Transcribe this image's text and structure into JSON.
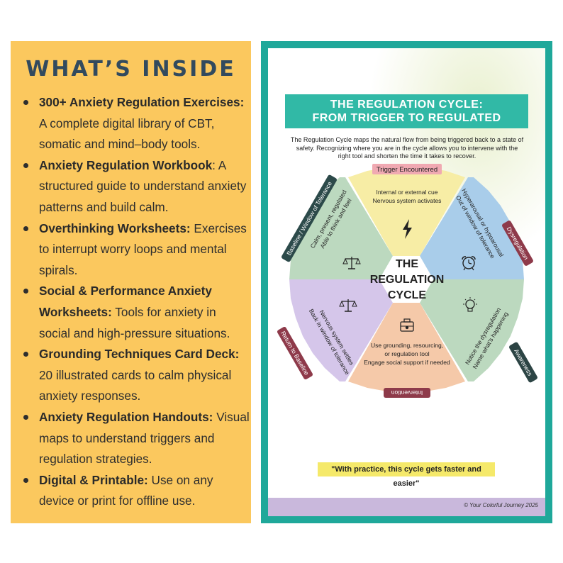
{
  "left": {
    "title": "WHAT’S INSIDE",
    "items": [
      {
        "bold": "300+ Anxiety Regulation Exercises:",
        "text": " A complete digital library of CBT, somatic and mind–body tools."
      },
      {
        "bold": "Anxiety Regulation Workbook",
        "text": ": A structured guide to understand anxiety patterns and build calm."
      },
      {
        "bold": "Overthinking Worksheets:",
        "text": " Exercises to interrupt worry loops and mental spirals."
      },
      {
        "bold": "Social & Performance Anxiety Worksheets:",
        "text": " Tools for anxiety in social and high-pressure situations."
      },
      {
        "bold": "Grounding Techniques Card Deck:",
        "text": " 20 illustrated cards to calm physical anxiety responses."
      },
      {
        "bold": "Anxiety Regulation Handouts:",
        "text": " Visual maps to understand triggers and regulation strategies."
      },
      {
        "bold": "Digital & Printable:",
        "text": " Use on any device or print for offline use."
      }
    ]
  },
  "right": {
    "banner_line1": "THE REGULATION CYCLE:",
    "banner_line2": "FROM TRIGGER TO REGULATED",
    "intro": "The Regulation Cycle maps the natural flow from being triggered back to a state of safety. Recognizing where you are in the cycle allows you to intervene with the right tool and shorten the time it takes to recover.",
    "center_line1": "THE",
    "center_line2": "REGULATION",
    "center_line3": "CYCLE",
    "segments": {
      "trigger": {
        "label": "Trigger Encountered",
        "line1": "Internal or external cue",
        "line2": "Nervous system activates",
        "color": "#f7eda5",
        "label_color": "#f0a9b2",
        "icon": "lightning-icon"
      },
      "dysregulation": {
        "label": "Dysregulation",
        "line1": "Hyperarousal or hypoarousal",
        "line2": "Out of window of tolerance",
        "color": "#a9cdea",
        "label_color": "#8e3a4a",
        "icon": "alarm-clock-icon"
      },
      "awareness": {
        "label": "Awareness",
        "line1": "Notice the dysregulation",
        "line2": "Name what's happening",
        "color": "#bcd9bf",
        "label_color": "#2c4444",
        "icon": "lightbulb-icon"
      },
      "intervention": {
        "label": "Intervention",
        "line1": "Use grounding, resourcing,",
        "line2": "or regulation tool",
        "line3": "Engage social support if needed",
        "color": "#f5c9a9",
        "label_color": "#8e3a4a",
        "icon": "toolbox-icon"
      },
      "return": {
        "label": "Return to Baseline",
        "line1": "Nervous system settles",
        "line2": "Back in window of tolerance",
        "color": "#d5c6ea",
        "label_color": "#8e3a4a",
        "icon": "scale-icon"
      },
      "baseline": {
        "label": "Baseline / Window of Tolerance",
        "line1": "Calm, present, regulated",
        "line2": "Able to think and feel",
        "color": "#bcd9bf",
        "label_color": "#2c4a4a",
        "icon": "scale-icon"
      }
    },
    "quote": "\"With practice, this cycle gets faster and easier\"",
    "copyright": "© Your Colorful Journey 2025"
  },
  "colors": {
    "left_bg": "#fbc85e",
    "title": "#324a5e",
    "teal_frame": "#1fa89a",
    "banner": "#31b9a6"
  }
}
